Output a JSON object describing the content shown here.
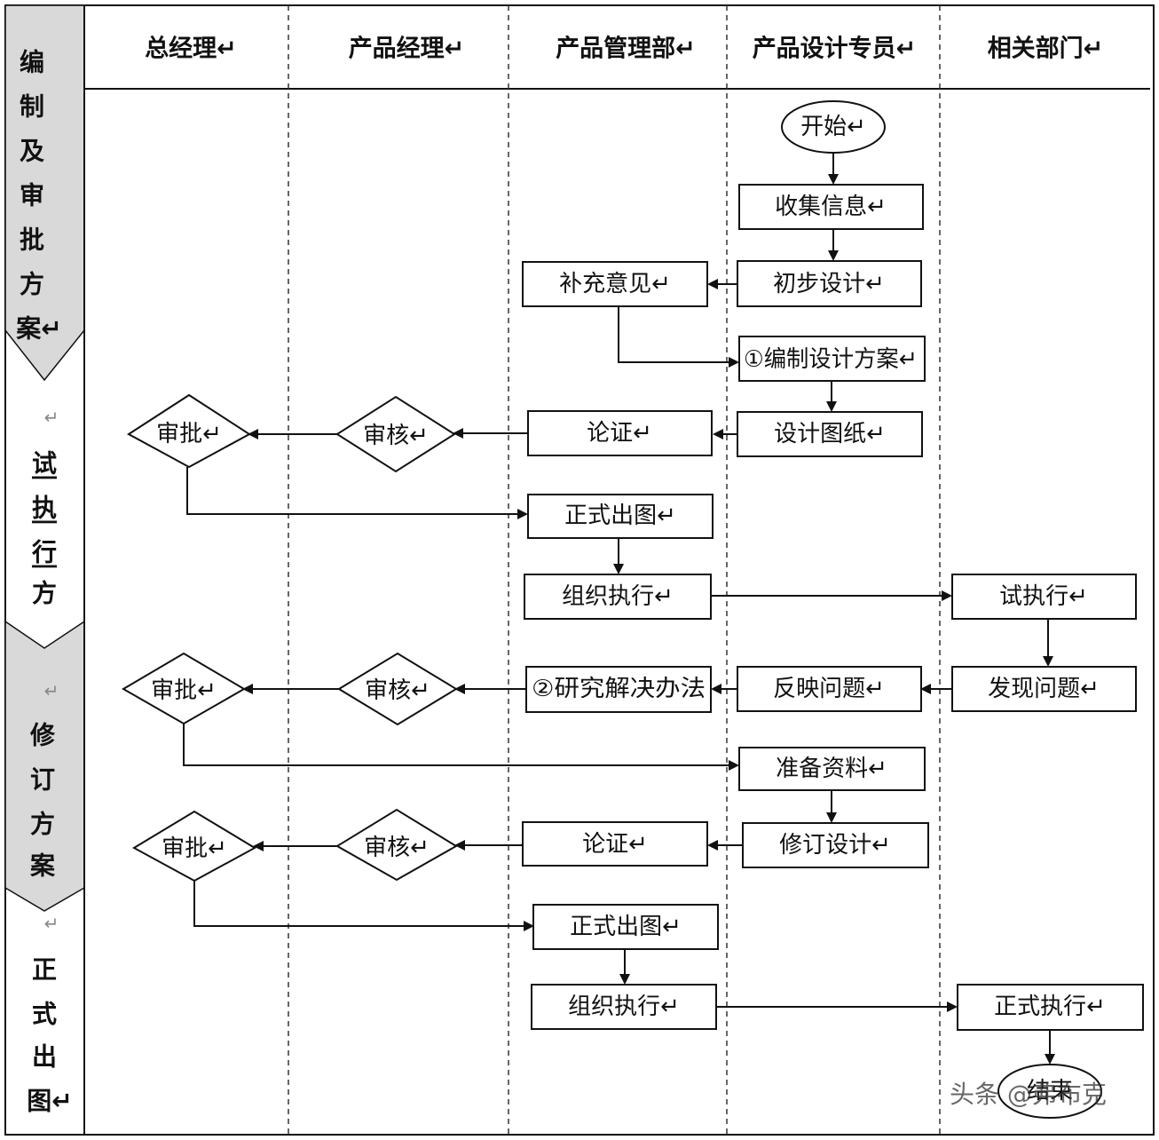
{
  "lanes": {
    "general_manager": "总经理↵",
    "product_manager": "产品经理↵",
    "product_mgmt_dept": "产品管理部↵",
    "design_specialist": "产品设计专员↵",
    "related_depts": "相关部门↵"
  },
  "phases": {
    "phase1": [
      "编",
      "制",
      "及",
      "审",
      "批",
      "方",
      "案↵"
    ],
    "phase2": [
      "↵",
      "试",
      "执",
      "行",
      "方"
    ],
    "phase3": [
      "↵",
      "修",
      "订",
      "方",
      "案"
    ],
    "phase4": [
      "↵",
      "正",
      "式",
      "出",
      "图↵"
    ]
  },
  "nodes": {
    "start": "开始↵",
    "collect_info": "收集信息↵",
    "initial_design": "初步设计↵",
    "supplement_opinion": "补充意见↵",
    "draft_plan": "①编制设计方案↵",
    "design_drawings": "设计图纸↵",
    "verify1": "论证↵",
    "review1": "审核↵",
    "approve1": "审批↵",
    "formal_drawing1": "正式出图↵",
    "organize_exec1": "组织执行↵",
    "trial_exec": "试执行↵",
    "find_problem": "发现问题↵",
    "report_problem": "反映问题↵",
    "research_solution": "②研究解决办法",
    "review2": "审核↵",
    "approve2": "审批↵",
    "prepare_materials": "准备资料↵",
    "revise_design": "修订设计↵",
    "verify2": "论证↵",
    "review3": "审核↵",
    "approve3": "审批↵",
    "formal_drawing2": "正式出图↵",
    "organize_exec2": "组织执行↵",
    "formal_exec": "正式执行↵",
    "end": "结束"
  },
  "watermark": "头条 @弗布克",
  "colors": {
    "phase_gray": "#d9d9d9",
    "line": "#111111",
    "lane_divider": "#333333"
  }
}
